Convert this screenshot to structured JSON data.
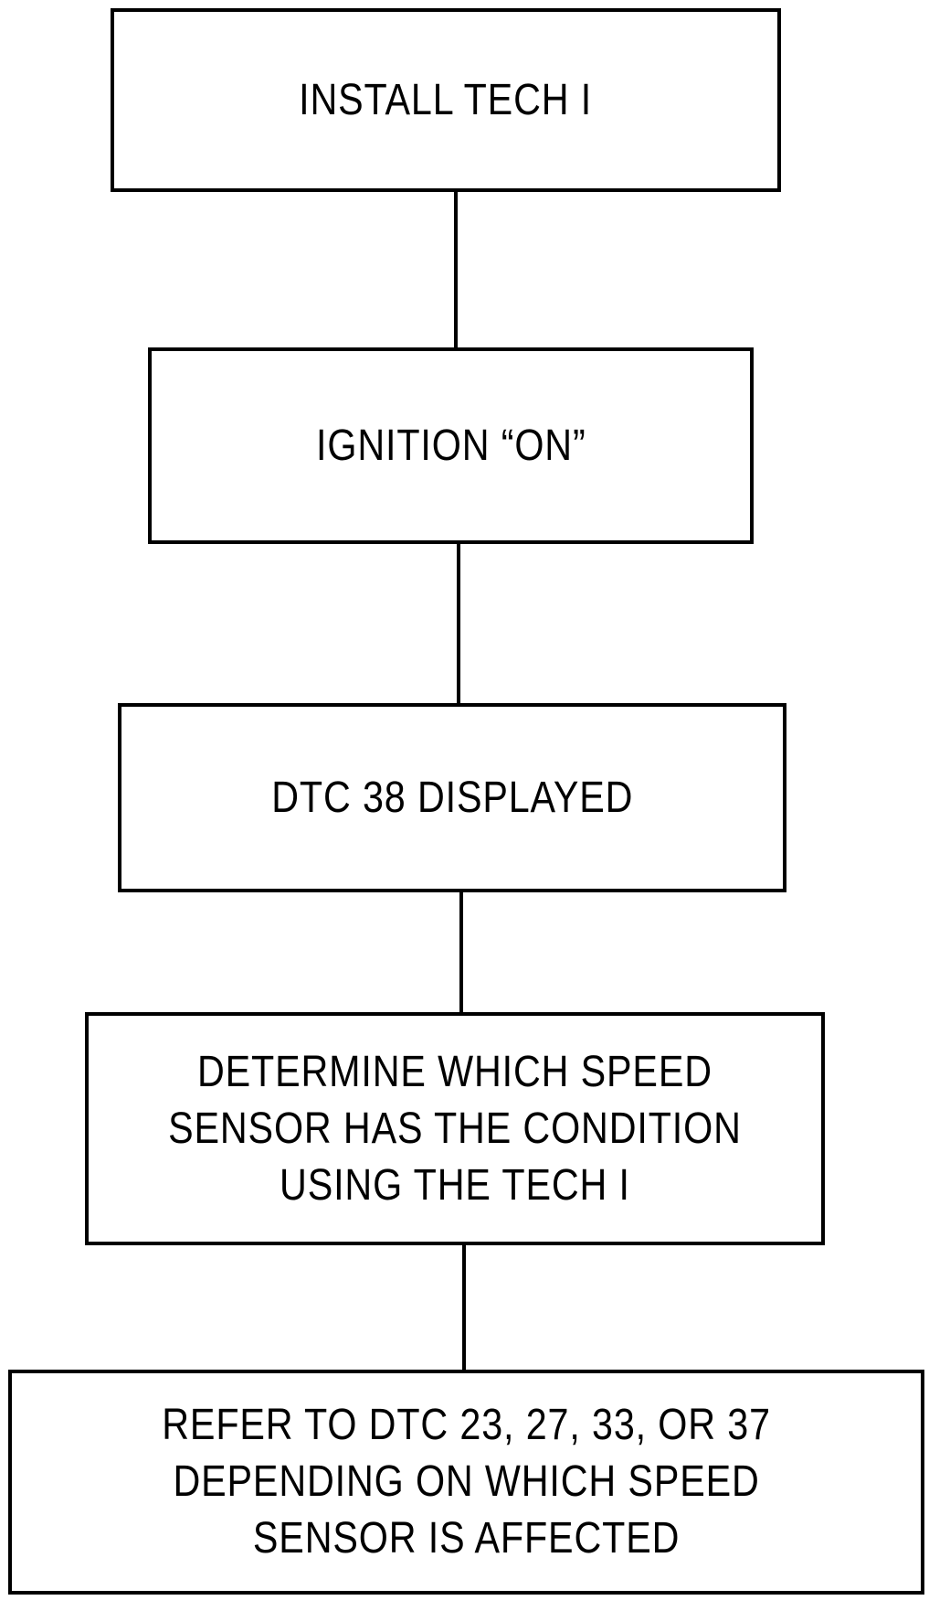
{
  "flowchart": {
    "steps": [
      {
        "lines": [
          "INSTALL TECH I"
        ]
      },
      {
        "lines": [
          "IGNITION “ON”"
        ]
      },
      {
        "lines": [
          "DTC 38 DISPLAYED"
        ]
      },
      {
        "lines": [
          "DETERMINE WHICH SPEED",
          "SENSOR HAS THE CONDITION",
          "USING THE TECH I"
        ]
      },
      {
        "lines": [
          "REFER TO DTC 23, 27, 33, OR 37",
          "DEPENDING ON WHICH SPEED",
          "SENSOR IS AFFECTED"
        ]
      }
    ]
  }
}
